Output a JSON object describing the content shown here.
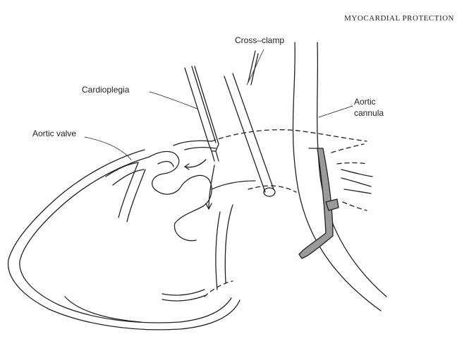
{
  "running_head": "MYOCARDIAL PROTECTION",
  "labels": {
    "cross_clamp": "Cross–clamp",
    "cardioplegia": "Cardioplegia",
    "aortic_valve": "Aortic valve",
    "aortic_cannula_line1": "Aortic",
    "aortic_cannula_line2": "cannula"
  },
  "colors": {
    "line": "#222222",
    "cannula_fill": "#9a9a9a"
  }
}
